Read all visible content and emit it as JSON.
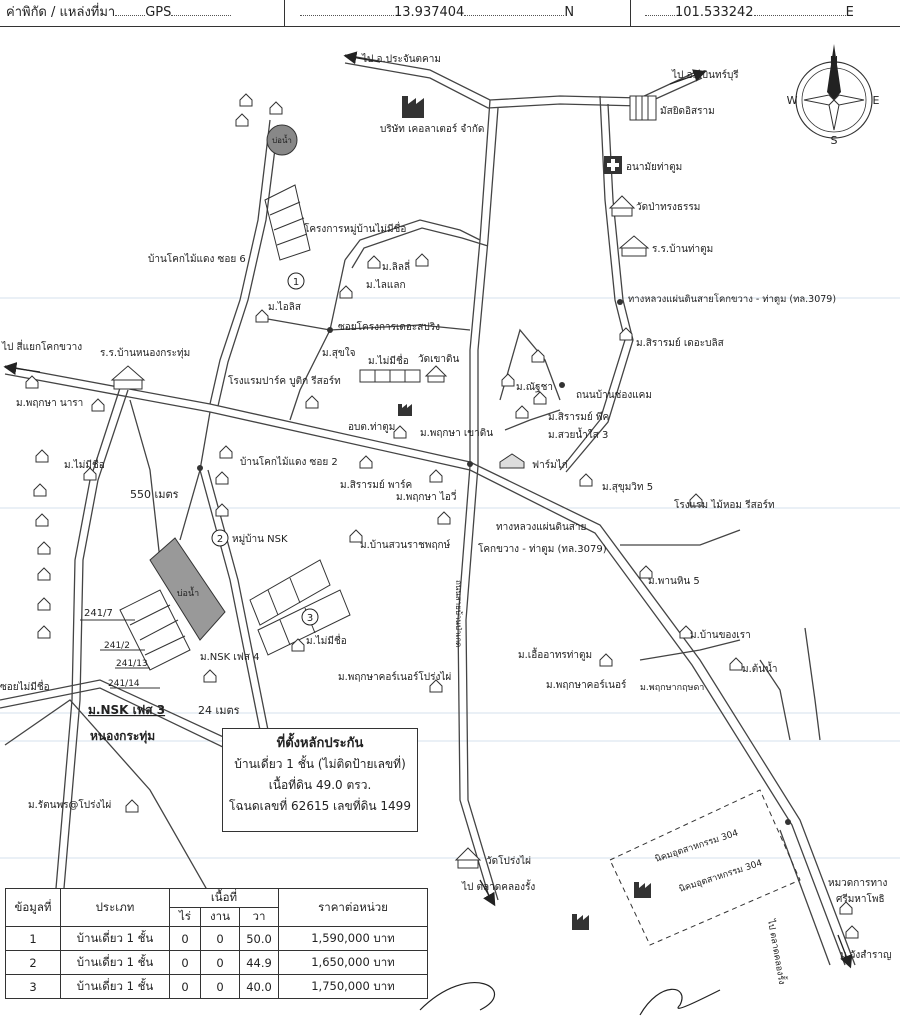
{
  "header": {
    "label": "ค่าพิกัด / แหล่งที่มา",
    "source": "GPS",
    "latitude": "13.937404",
    "lat_suffix": "N",
    "longitude": "101.533242",
    "lon_suffix": "E"
  },
  "compass": {
    "n": "N",
    "s": "S",
    "e": "E",
    "w": "W"
  },
  "map_labels": {
    "to_prachantakham": "ไป อ.ประจันตคาม",
    "to_kabinburi": "ไป อ.กบินทร์บุรี",
    "to_sri_yaek_khok_khwang": "ไป สี่แยกโคกขวาง",
    "to_talad_klong_rung": "ไป ตลาดคลองรั้ง",
    "to_talad_klong_rung_2": "ไป ตลาดคลองรั้ง",
    "company": "บริษัท เคอลาเตอร์ จำกัด",
    "mosque": "มัสยิดอิสราม",
    "health_center": "อนามัยท่าตูม",
    "wat_pa_song_tham": "วัดป่าทรงธรรม",
    "school_ban_tha_tum": "ร.ร.บ้านท่าตูม",
    "school_nong_krathum": "ร.ร.บ้านหนองกระทุ่ม",
    "pond_1": "บ่อน้ำ",
    "pond_2": "บ่อน้ำ",
    "project_unnamed": "โครงการหมู่บ้านไม่มีชื่อ",
    "soi_6": "บ้านโคกไม้แดง ซอย 6",
    "soi_2": "บ้านโคกไม้แดง ซอย 2",
    "m_lilly": "ม.ลิลลี่",
    "m_lailak": "ม.ไลแลก",
    "m_ailis": "ม.ไอลิส",
    "soi_spring": "ซอยโครงการเดอะสปริง",
    "highway_top": "ทางหลวงแผ่นดินสายโคกขวาง - ท่าตูม (ทล.3079)",
    "m_sirarom_the_bliss": "ม.สิรารมย์ เดอะบลิส",
    "m_sukjai": "ม.สุขใจ",
    "m_no_name_1": "ม.ไม่มีชื่อ",
    "wat_khao_din": "วัดเขาดิน",
    "m_nichcha": "ม.ณัฐชา",
    "road_ban_nong_khaem": "ถนนบ้านช่องแคม",
    "hotel_budget": "โรงแรมปาร์ค บูติก รีสอร์ท",
    "m_sirarom_peak": "ม.สิรารมย์ พีค",
    "m_suay_nam_sai_3": "ม.สวยน้ำใส 3",
    "obt_tha_tum": "อบต.ท่าตูม",
    "m_pruksa_khao_din": "ม.พฤกษา เขาดิน",
    "farm_kai": "ฟาร์มไก่",
    "m_pruksa_nara": "ม.พฤกษา นารา",
    "m_no_name_2": "ม.ไม่มีชื่อ",
    "distance_550": "550 เมตร",
    "m_sirarom_park": "ม.สิรารมย์ พาร์ค",
    "m_pruksa_ivy": "ม.พฤกษา ไอวี่",
    "m_sukhumvit_5": "ม.สุขุมวิท 5",
    "hotel_mai_hom": "โรงแรม ไม้หอม รีสอร์ท",
    "highway_mid_1": "ทางหลวงแผ่นดินสาย",
    "highway_mid_2": "โคกขวาง - ท่าตูม (ทล.3079)",
    "m_ban_suan_ratchapruek": "ม.บ้านสวนราชพฤกษ์",
    "village_nsk": "หมู่บ้าน NSK",
    "m_phan_hin_5": "ม.พานหิน 5",
    "plot_241_7": "241/7",
    "plot_241_2": "241/2",
    "plot_241_13": "241/13",
    "plot_241_14": "241/14",
    "m_nsk_phase_4": "ม.NSK เฟส 4",
    "m_no_name_3": "ม.ไม่มีชื่อ",
    "m_ban_khong_ra": "ม.บ้านของเรา",
    "m_aua_athorn": "ม.เอื้ออาทรท่าตูม",
    "m_ton_nam": "ม.ต้นน้ำ",
    "m_pruksa_corner": "ม.พฤกษาคอร์เนอร์",
    "m_pruksa_kritsada": "ม.พฤกษากฤษดา",
    "m_pruksa_corner_pongpai": "ม.พฤกษาคอร์เนอร์โปร่งไผ่",
    "road_vertical": "ถนนสายบ้านป่าเกด",
    "soi_no_name": "ซอยไม่มีชื่อ",
    "m_nsk_phase_3": "ม.NSK เฟส 3",
    "distance_24": "24 เมตร",
    "nong_krathum": "หนองกระทุ่ม",
    "m_ratanaphon": "ม.รัตนพร@โปร่งไผ่",
    "wat_pong_pai": "วัดโปร่งไผ่",
    "industrial_1": "นิคมอุตสาหกรรม 304",
    "industrial_2": "นิคมอุตสาหกรรม 304",
    "highway_dept": "หมวดการทาง",
    "highway_dept_2": "ศรีมหาโพธิ",
    "m_wang_samran": "ม.วังสำราญ",
    "marker_1": "1",
    "marker_2": "2",
    "marker_3": "3"
  },
  "info_box": {
    "title": "ที่ตั้งหลักประกัน",
    "line1": "บ้านเดี่ยว 1 ชั้น (ไม่ติดป้ายเลขที่)",
    "line2": "เนื้อที่ดิน 49.0 ตรว.",
    "line3": "โฉนดเลขที่ 62615 เลขที่ดิน 1499"
  },
  "price_table": {
    "headers": {
      "no": "ข้อมูลที่",
      "type": "ประเภท",
      "area": "เนื้อที่",
      "rai": "ไร่",
      "ngan": "งาน",
      "wa": "วา",
      "price": "ราคาต่อหน่วย"
    },
    "rows": [
      {
        "no": "1",
        "type": "บ้านเดี่ยว 1 ชั้น",
        "rai": "0",
        "ngan": "0",
        "wa": "50.0",
        "price": "1,590,000 บาท"
      },
      {
        "no": "2",
        "type": "บ้านเดี่ยว 1 ชั้น",
        "rai": "0",
        "ngan": "0",
        "wa": "44.9",
        "price": "1,650,000 บาท"
      },
      {
        "no": "3",
        "type": "บ้านเดี่ยว 1 ชั้น",
        "rai": "0",
        "ngan": "0",
        "wa": "40.0",
        "price": "1,750,000 บาท"
      }
    ]
  }
}
